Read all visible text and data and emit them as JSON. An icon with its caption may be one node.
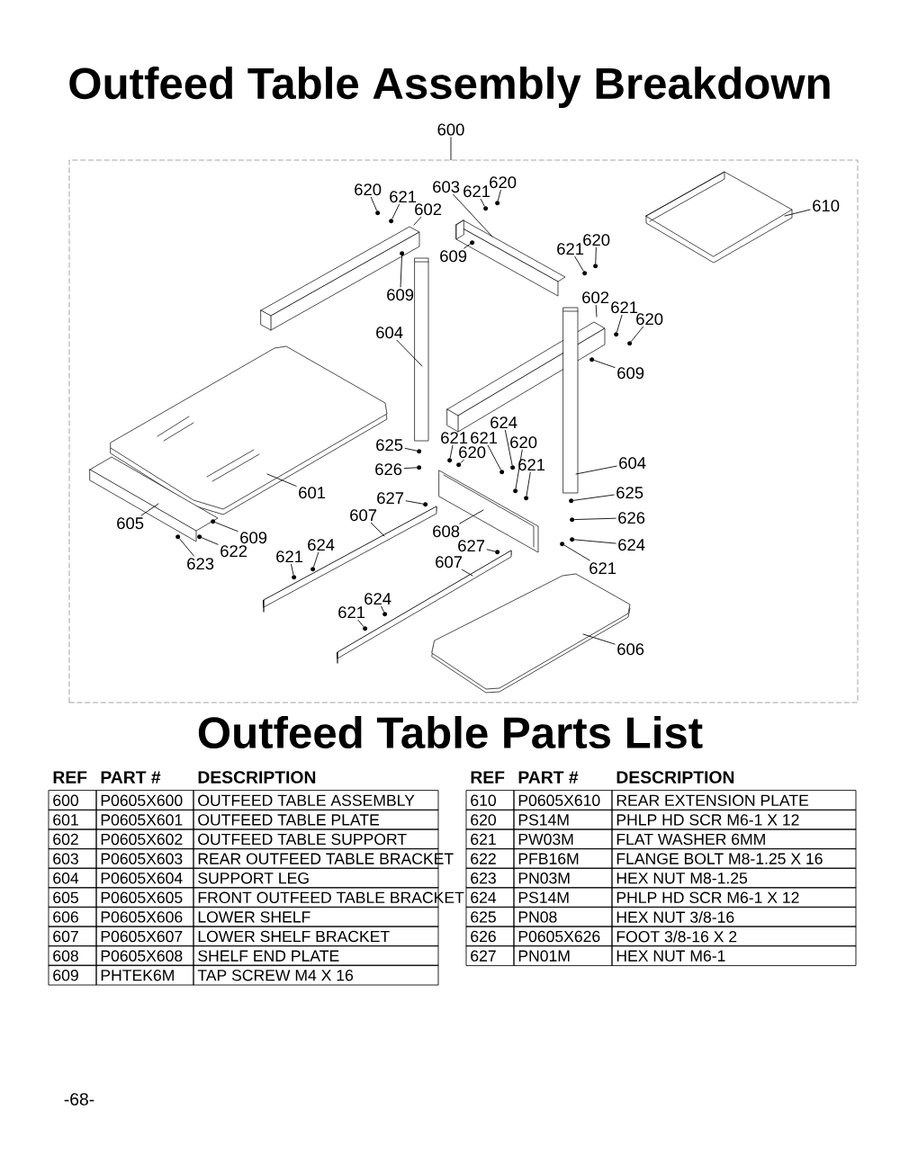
{
  "diagram": {
    "title": "Outfeed Table Assembly Breakdown",
    "nodes": [
      {
        "text": [
          "600"
        ]
      },
      {
        "text": [],
        "shape": "box"
      },
      {
        "text": [
          "620"
        ],
        "in": 1
      },
      {
        "text": [
          "621"
        ],
        "in": 1
      },
      {
        "text": [
          "602"
        ],
        "in": 1
      },
      {
        "text": [
          "603"
        ],
        "in": 1
      },
      {
        "text": [
          "621"
        ],
        "in": 1
      },
      {
        "text": [
          "620"
        ],
        "in": 1
      },
      {
        "text": [
          "609"
        ],
        "in": 1
      },
      {
        "text": [
          "609"
        ],
        "in": 1
      },
      {
        "text": [
          "620"
        ],
        "in": 1
      },
      {
        "text": [
          "621"
        ],
        "in": 1
      },
      {
        "text": [
          "610"
        ],
        "in": 1
      },
      {
        "text": [
          "602"
        ],
        "in": 1
      },
      {
        "text": [
          "621"
        ],
        "in": 1
      },
      {
        "text": [
          "620"
        ],
        "in": 1
      },
      {
        "text": [
          "609"
        ],
        "in": 1
      },
      {
        "text": [
          "604"
        ],
        "in": 1
      },
      {
        "text": [
          "625"
        ],
        "in": 1
      },
      {
        "text": [
          "626"
        ],
        "in": 1
      },
      {
        "text": [
          "601"
        ],
        "in": 1
      },
      {
        "text": [
          "605"
        ],
        "in": 1
      },
      {
        "text": [
          "609"
        ],
        "in": 1
      },
      {
        "text": [
          "622"
        ],
        "in": 1
      },
      {
        "text": [
          "623"
        ],
        "in": 1
      },
      {
        "text": [
          "627"
        ],
        "in": 1
      },
      {
        "text": [
          "607"
        ],
        "in": 1
      },
      {
        "text": [
          "624"
        ],
        "in": 1
      },
      {
        "text": [
          "621"
        ],
        "in": 1
      },
      {
        "text": [
          "624"
        ],
        "in": 1
      },
      {
        "text": [
          "621"
        ],
        "in": 1
      },
      {
        "text": [
          "624"
        ],
        "in": 1
      },
      {
        "text": [
          "621"
        ],
        "in": 1
      },
      {
        "text": [
          "621"
        ],
        "in": 1
      },
      {
        "text": [
          "620"
        ],
        "in": 1
      },
      {
        "text": [
          "620"
        ],
        "in": 1
      },
      {
        "text": [
          "621"
        ],
        "in": 1
      },
      {
        "text": [
          "604"
        ],
        "in": 1
      },
      {
        "text": [
          "625"
        ],
        "in": 1
      },
      {
        "text": [
          "626"
        ],
        "in": 1
      },
      {
        "text": [
          "608"
        ],
        "in": 1
      },
      {
        "text": [
          "627"
        ],
        "in": 1
      },
      {
        "text": [
          "607"
        ],
        "in": 1
      },
      {
        "text": [
          "624"
        ],
        "in": 1
      },
      {
        "text": [
          "621"
        ],
        "in": 1
      },
      {
        "text": [
          "606"
        ],
        "in": 1
      },
      {
        "text": [],
        "shape": "circle",
        "in": 1
      },
      {
        "text": [],
        "shape": "circle",
        "in": 1
      },
      {
        "text": [],
        "shape": "circle",
        "in": 1
      },
      {
        "text": [],
        "shape": "circle",
        "in": 1
      },
      {
        "text": [],
        "shape": "circle",
        "in": 1
      },
      {
        "text": [],
        "shape": "circle",
        "in": 1
      },
      {
        "text": [],
        "shape": "circle",
        "in": 1
      },
      {
        "text": [],
        "shape": "circle",
        "in": 1
      },
      {
        "text": [],
        "shape": "circle",
        "in": 1
      },
      {
        "text": [],
        "shape": "circle",
        "in": 1
      },
      {
        "text": [],
        "shape": "circle",
        "in": 1
      },
      {
        "text": [],
        "shape": "circle",
        "in": 1
      },
      {
        "text": [],
        "shape": "circle",
        "in": 1
      },
      {
        "text": [],
        "shape": "circle",
        "in": 1
      },
      {
        "text": [],
        "shape": "circle",
        "in": 1
      },
      {
        "text": [],
        "shape": "circle",
        "in": 1
      },
      {
        "text": [],
        "shape": "circle",
        "in": 1
      },
      {
        "text": [],
        "shape": "circle",
        "in": 1
      },
      {
        "text": [],
        "shape": "circle",
        "in": 1
      },
      {
        "text": [],
        "shape": "circle",
        "in": 1
      },
      {
        "text": [],
        "shape": "circle",
        "in": 1
      },
      {
        "text": [],
        "shape": "circle",
        "in": 1
      },
      {
        "text": [],
        "shape": "circle",
        "in": 1
      },
      {
        "text": [],
        "shape": "circle",
        "in": 1
      },
      {
        "text": [],
        "shape": "circle",
        "in": 1
      },
      {
        "text": [],
        "shape": "circle",
        "in": 1
      },
      {
        "text": [],
        "shape": "circle",
        "in": 1
      },
      {
        "text": [],
        "shape": "circle",
        "in": 1
      },
      {
        "text": [],
        "shape": "circle",
        "in": 1
      },
      {
        "text": [],
        "shape": "circle",
        "in": 1
      },
      {
        "text": [],
        "shape": "circle",
        "in": 1
      },
      {
        "text": [],
        "shape": "circle",
        "in": 1
      }
    ],
    "edges": [
      {
        "from": 0,
        "to": 1,
        "arrow": "none"
      },
      {
        "from": 2,
        "to": 52,
        "arrow": "none"
      },
      {
        "from": 3,
        "to": 54,
        "arrow": "none"
      },
      {
        "from": 4,
        "to": null,
        "arrow": "none"
      },
      {
        "from": 5,
        "to": null,
        "arrow": "none"
      },
      {
        "from": 6,
        "to": 62,
        "arrow": "none"
      },
      {
        "from": 7,
        "to": 63,
        "arrow": "none"
      },
      {
        "from": 8,
        "to": 61,
        "arrow": "none"
      },
      {
        "from": 9,
        "to": 55,
        "arrow": "none"
      },
      {
        "from": 10,
        "to": 75,
        "arrow": "none"
      },
      {
        "from": 11,
        "to": 73,
        "arrow": "none"
      },
      {
        "from": 12,
        "to": null,
        "arrow": "none"
      },
      {
        "from": 13,
        "to": null,
        "arrow": "none"
      },
      {
        "from": 14,
        "to": 76,
        "arrow": "none"
      },
      {
        "from": 15,
        "to": 77,
        "arrow": "none"
      },
      {
        "from": 16,
        "to": 74,
        "arrow": "none"
      },
      {
        "from": 17,
        "to": null,
        "arrow": "none"
      },
      {
        "from": 18,
        "to": 56,
        "arrow": "none"
      },
      {
        "from": 19,
        "to": 57,
        "arrow": "none"
      },
      {
        "from": 20,
        "to": null,
        "arrow": "none"
      },
      {
        "from": 21,
        "to": null,
        "arrow": "none"
      },
      {
        "from": 22,
        "to": 48,
        "arrow": "none"
      },
      {
        "from": 23,
        "to": 47,
        "arrow": "none"
      },
      {
        "from": 24,
        "to": 46,
        "arrow": "none"
      },
      {
        "from": 25,
        "to": 58,
        "arrow": "none"
      },
      {
        "from": 26,
        "to": null,
        "arrow": "none"
      },
      {
        "from": 27,
        "to": 50,
        "arrow": "none"
      },
      {
        "from": 28,
        "to": 49,
        "arrow": "none"
      },
      {
        "from": 29,
        "to": 53,
        "arrow": "none"
      },
      {
        "from": 30,
        "to": 51,
        "arrow": "none"
      },
      {
        "from": 31,
        "to": 66,
        "arrow": "none"
      },
      {
        "from": 32,
        "to": 59,
        "arrow": "none"
      },
      {
        "from": 33,
        "to": 65,
        "arrow": "none"
      },
      {
        "from": 34,
        "to": 60,
        "arrow": "none"
      },
      {
        "from": 35,
        "to": 67,
        "arrow": "none"
      },
      {
        "from": 36,
        "to": 68,
        "arrow": "none"
      },
      {
        "from": 37,
        "to": null,
        "arrow": "none"
      },
      {
        "from": 38,
        "to": 70,
        "arrow": "none"
      },
      {
        "from": 39,
        "to": 71,
        "arrow": "none"
      },
      {
        "from": 40,
        "to": null,
        "arrow": "none"
      },
      {
        "from": 41,
        "to": 64,
        "arrow": "none"
      },
      {
        "from": 42,
        "to": null,
        "arrow": "none"
      },
      {
        "from": 43,
        "to": 72,
        "arrow": "none"
      },
      {
        "from": 44,
        "to": 69,
        "arrow": "none"
      },
      {
        "from": 45,
        "to": null,
        "arrow": "none"
      }
    ],
    "labels": [
      "Outfeed Table Parts List",
      "REF",
      "PART #",
      "DESCRIPTION",
      "600",
      "P0605X600",
      "OUTFEED TABLE ASSEMBLY",
      "601",
      "P0605X601",
      "OUTFEED TABLE PLATE",
      "602",
      "P0605X602",
      "OUTFEED TABLE SUPPORT",
      "603",
      "P0605X603",
      "REAR OUTFEED TABLE BRACKET",
      "604",
      "P0605X604",
      "SUPPORT LEG",
      "605",
      "P0605X605",
      "FRONT OUTFEED TABLE BRACKET",
      "606",
      "P0605X606",
      "LOWER SHELF",
      "607",
      "P0605X607",
      "LOWER SHELF BRACKET",
      "608",
      "P0605X608",
      "SHELF END PLATE",
      "609",
      "PHTEK6M",
      "TAP SCREW M4 X 16",
      "REF",
      "PART #",
      "DESCRIPTION",
      "610",
      "P0605X610",
      "REAR EXTENSION PLATE",
      "620",
      "PS14M",
      "PHLP HD SCR M6-1 X 12",
      "621",
      "PW03M",
      "FLAT WASHER 6MM",
      "622",
      "PFB16M",
      "FLANGE BOLT M8-1.25 X 16",
      "623",
      "PN03M",
      "HEX NUT M8-1.25",
      "624",
      "PS14M",
      "PHLP HD SCR M6-1 X 12",
      "625",
      "PN08",
      "HEX NUT 3/8-16",
      "626",
      "P0605X626",
      "FOOT 3/8-16 X 2",
      "627",
      "PN01M",
      "HEX NUT M6-1",
      "-68-"
    ]
  }
}
